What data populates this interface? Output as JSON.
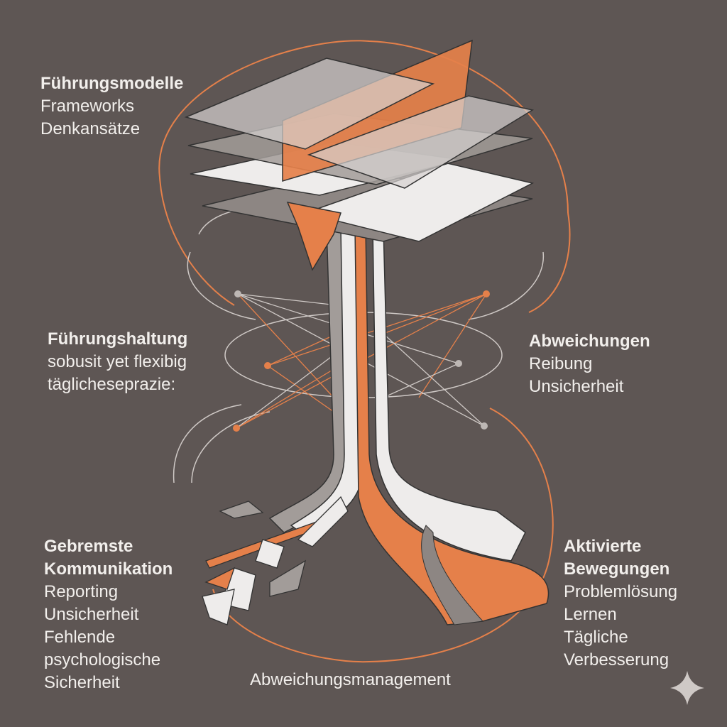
{
  "blocks": {
    "fuehrungsmodelle": {
      "title": "Führungsmodelle",
      "lines": [
        "Frameworks",
        "Denkansätze"
      ]
    },
    "fuehrungshaltung": {
      "title": "Führungshaltung",
      "lines": [
        "sobusit yet flexibig",
        "täglicheseprazie:"
      ]
    },
    "abweichungen": {
      "title": "Abweichungen",
      "lines": [
        "Reibung",
        "Unsicherheit"
      ]
    },
    "gebremste": {
      "title": [
        "Gebremste",
        "Kommunikation"
      ],
      "lines": [
        "Reporting",
        "Unsicherheit",
        "Fehlende",
        "psychologische",
        "Sicherheit"
      ]
    },
    "aktivierte": {
      "title": [
        "Aktivierte",
        "Bewegungen"
      ],
      "lines": [
        "Problemlösung",
        "Lernen",
        "Tägliche",
        "Verbesserung"
      ]
    }
  },
  "bottom_label": "Abweichungsmanagement",
  "colors": {
    "background": "#5e5654",
    "accent": "#e5804a",
    "light": "#eeeceb",
    "grey": "#a29c99"
  }
}
